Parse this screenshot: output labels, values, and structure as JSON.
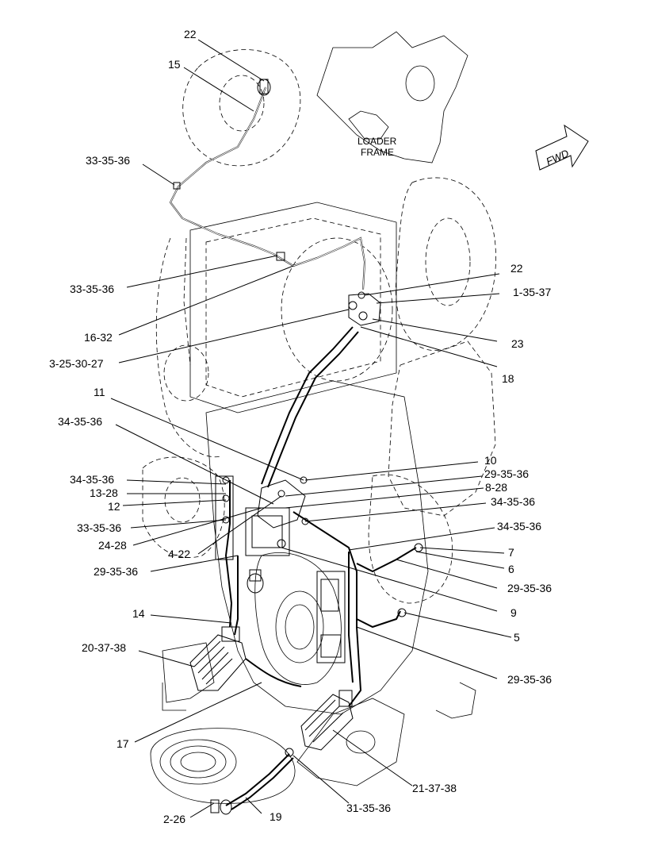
{
  "frame_label": {
    "line1": "LOADER",
    "line2": "FRAME"
  },
  "fwd_label": "FWD",
  "callouts": [
    "22",
    "15",
    "33-35-36",
    "33-35-36",
    "16-32",
    "3-25-30-27",
    "22",
    "1-35-37",
    "23",
    "18",
    "11",
    "34-35-36",
    "34-35-36",
    "13-28",
    "12",
    "33-35-36",
    "24-28",
    "4-22",
    "29-35-36",
    "10",
    "29-35-36",
    "8-28",
    "34-35-36",
    "34-35-36",
    "7",
    "6",
    "29-35-36",
    "9",
    "5",
    "14",
    "20-37-38",
    "29-35-36",
    "17",
    "21-37-38",
    "31-35-36",
    "2-26",
    "19"
  ]
}
